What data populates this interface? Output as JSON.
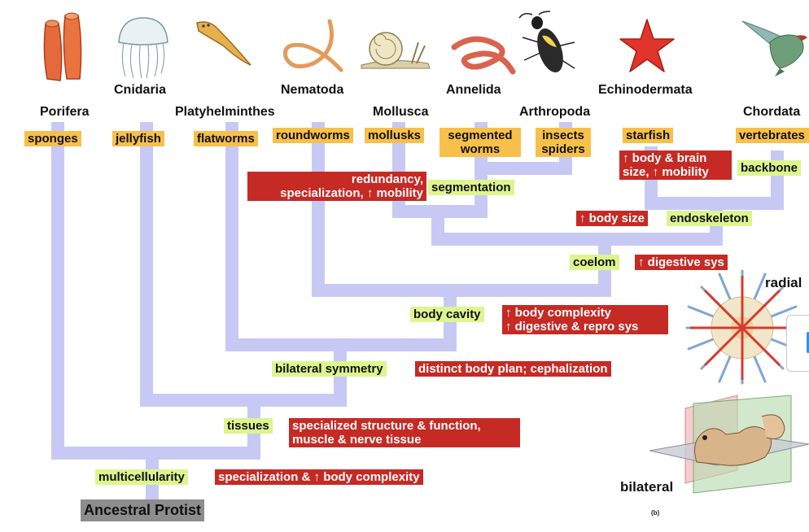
{
  "phyla": {
    "porifera": "Porifera",
    "cnidaria": "Cnidaria",
    "platyhelminthes": "Platyhelminthes",
    "nematoda": "Nematoda",
    "mollusca": "Mollusca",
    "annelida": "Annelida",
    "arthropoda": "Arthropoda",
    "echinodermata": "Echinodermata",
    "chordata": "Chordata"
  },
  "common_names": {
    "sponges": "sponges",
    "jellyfish": "jellyfish",
    "flatworms": "flatworms",
    "roundworms": "roundworms",
    "mollusks": "mollusks",
    "segmented_worms": "segmented worms",
    "insects_spiders": "insects spiders",
    "starfish": "starfish",
    "vertebrates": "vertebrates"
  },
  "features": {
    "multicellularity": "multicellularity",
    "tissues": "tissues",
    "bilateral_symmetry": "bilateral symmetry",
    "body_cavity": "body cavity",
    "coelom": "coelom",
    "segmentation": "segmentation",
    "endoskeleton": "endoskeleton",
    "backbone": "backbone"
  },
  "benefits": {
    "multicellularity": "specialization & ↑ body complexity",
    "tissues_1": "specialized structure & function,",
    "tissues_2": "muscle & nerve tissue",
    "bilateral": "distinct body plan; cephalization",
    "body_cavity_1": "↑ body complexity",
    "body_cavity_2": "↑ digestive & repro sys",
    "coelom": "↑ digestive sys",
    "body_size": "↑ body size",
    "segmentation_1": "redundancy,",
    "segmentation_2": "specialization, ↑ mobility",
    "brain_1": "↑ body & brain",
    "brain_2": "size, ↑ mobility"
  },
  "root": "Ancestral Protist",
  "symmetry": {
    "radial": "radial",
    "bilateral": "bilateral",
    "figure": "(b)"
  },
  "colors": {
    "branch": "#c7c9f4",
    "common": "#f7c04a",
    "feature": "#ddf58f",
    "benefit": "#c62a24",
    "root": "#8d8d8d"
  }
}
